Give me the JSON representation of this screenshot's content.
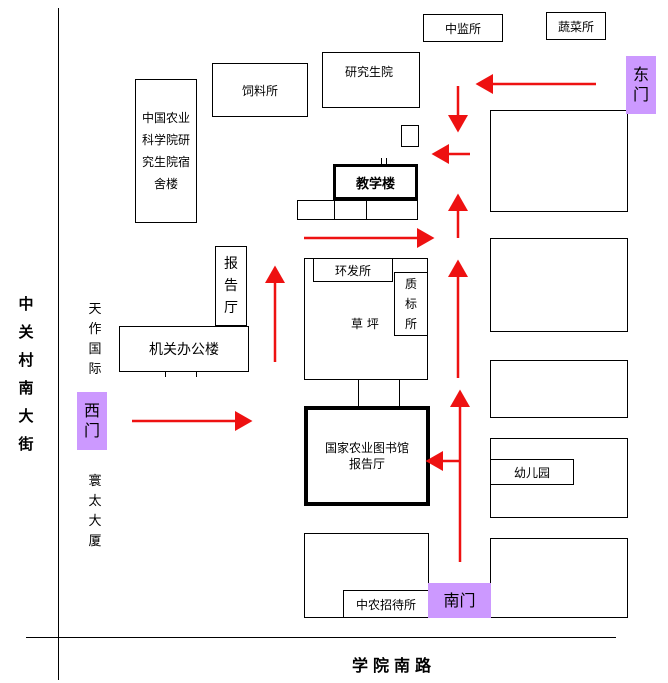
{
  "roads": {
    "west_road": "中关村南大街",
    "south_road": "学院南路"
  },
  "gates": {
    "east": "东门",
    "west": "西门",
    "south": "南门"
  },
  "buildings": {
    "zhongjiansuo": "中监所",
    "shucaisuo": "蔬菜所",
    "siliaosuo": "饲料所",
    "yanjiushengyuan": "研究生院",
    "dormitory": "中国农业科学院研究生院宿舍楼",
    "teaching": "教学楼",
    "baogaoting_small": "报告厅",
    "huanfasuo": "环发所",
    "zhibiaosuo": "质标所",
    "caoping": "草 坪",
    "jiguan": "机关办公楼",
    "library": "国家农业图书馆报告厅",
    "kindergarten": "幼儿园",
    "guesthouse": "中农招待所"
  },
  "landmarks": {
    "tianzuo": "天作国际",
    "huantai": "寰太大厦"
  },
  "colors": {
    "arrow": "#ee1111",
    "gate": "#cc99ff"
  }
}
